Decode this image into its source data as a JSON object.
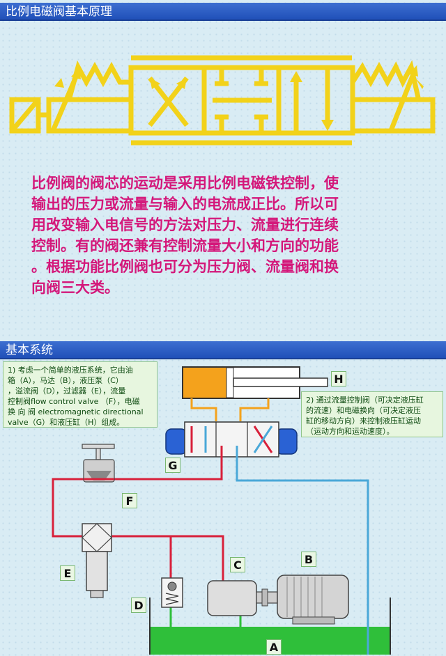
{
  "section1": {
    "title": "比例电磁阀基本原理"
  },
  "description": "比例阀的阀芯的运动是采用比例电磁铁控制，使\n输出的压力或流量与输入的电流成正比。所以可\n用改变输入电信号的方法对压力、流量进行连续\n控制。有的阀还兼有控制流量大小和方向的功能\n。根据功能比例阀也可分为压力阀、流量阀和换\n向阀三大类。",
  "section2": {
    "title": "基本系统"
  },
  "note_left": "1) 考虑一个简单的液压系统，它由油\n箱（A），马达（B），液压泵（C）\n，溢流阀（D），过滤器（E），流量\n控制阀flow control valve （F），电磁\n换 向 阀 electromagnetic directional\nvalve（G）和液压缸（H）组成。",
  "note_right": "2) 通过流量控制阀（可决定液压缸\n的流速）和电磁换向（可决定液压\n缸的移动方向）来控制液压缸运动\n（运动方向和运动速度）。",
  "labels": {
    "A": "A",
    "B": "B",
    "C": "C",
    "D": "D",
    "E": "E",
    "F": "F",
    "G": "G",
    "H": "H"
  },
  "colors": {
    "section_bar": "#2a5cc4",
    "text_pink": "#d4177a",
    "valve_yellow": "#f2d21a",
    "pressure_red": "#d8203a",
    "return_blue": "#4aa8d8",
    "tank_green": "#2fbf3a",
    "cylinder_orange": "#f4a21c",
    "solenoid_blue": "#2a62d4"
  }
}
